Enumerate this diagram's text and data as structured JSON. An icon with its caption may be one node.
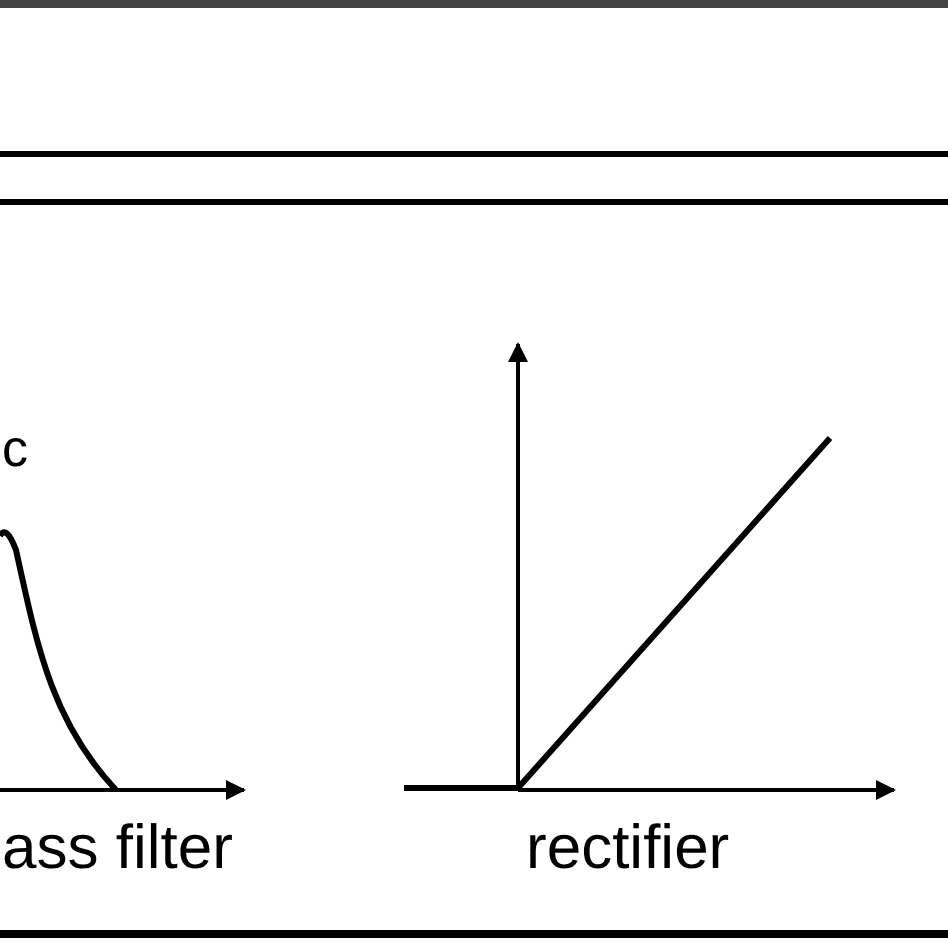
{
  "diagram": {
    "labels": [
      "c",
      "ass filter",
      "rectifier"
    ]
  }
}
